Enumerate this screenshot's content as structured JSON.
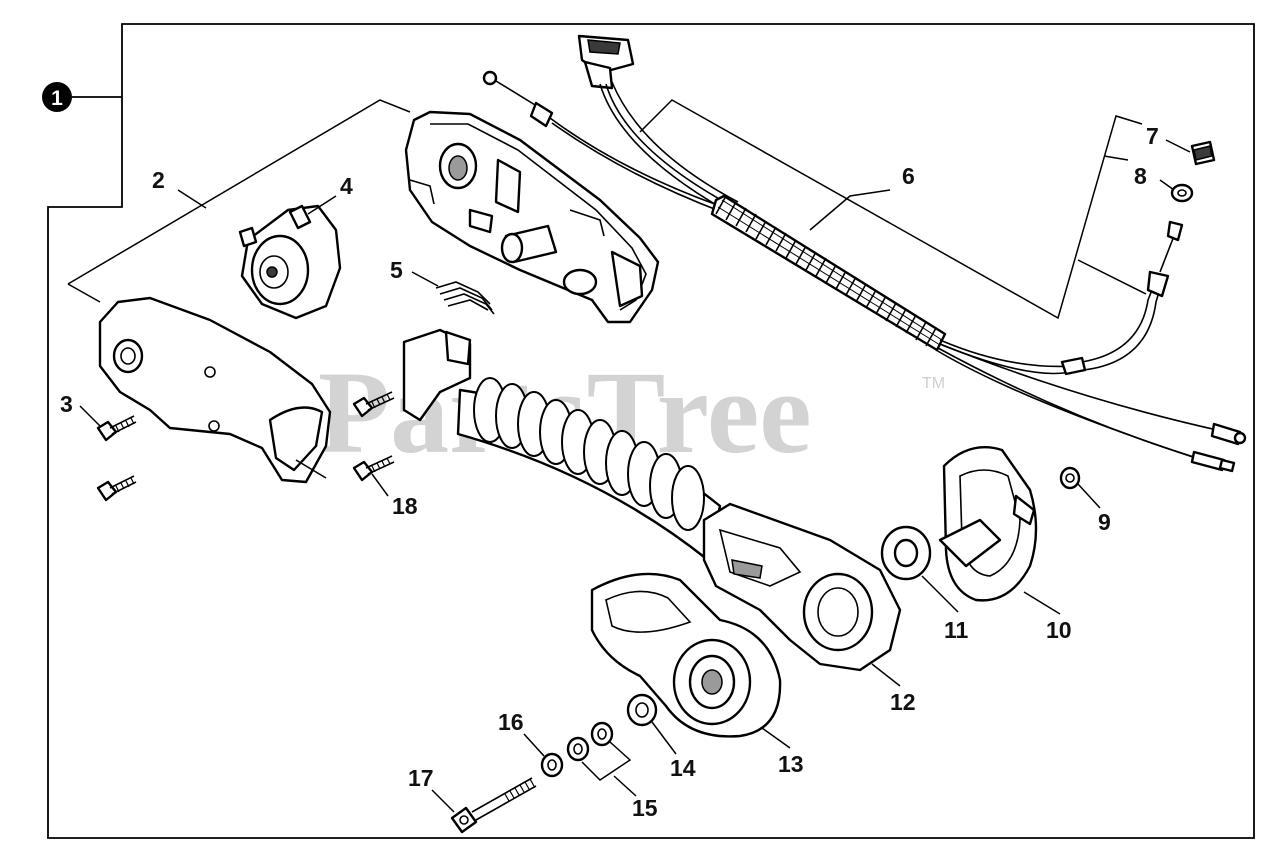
{
  "assembly_label": "1",
  "watermark": "PartsTree",
  "watermark_tm": "TM",
  "colors": {
    "line": "#000000",
    "watermark": "#d3d3d3",
    "background": "#ffffff"
  },
  "callouts": {
    "c2": "2",
    "c3": "3",
    "c4": "4",
    "c5": "5",
    "c6": "6",
    "c7": "7",
    "c8": "8",
    "c9": "9",
    "c10": "10",
    "c11": "11",
    "c12": "12",
    "c13": "13",
    "c14": "14",
    "c15": "15",
    "c16": "16",
    "c17": "17",
    "c18": "18"
  }
}
